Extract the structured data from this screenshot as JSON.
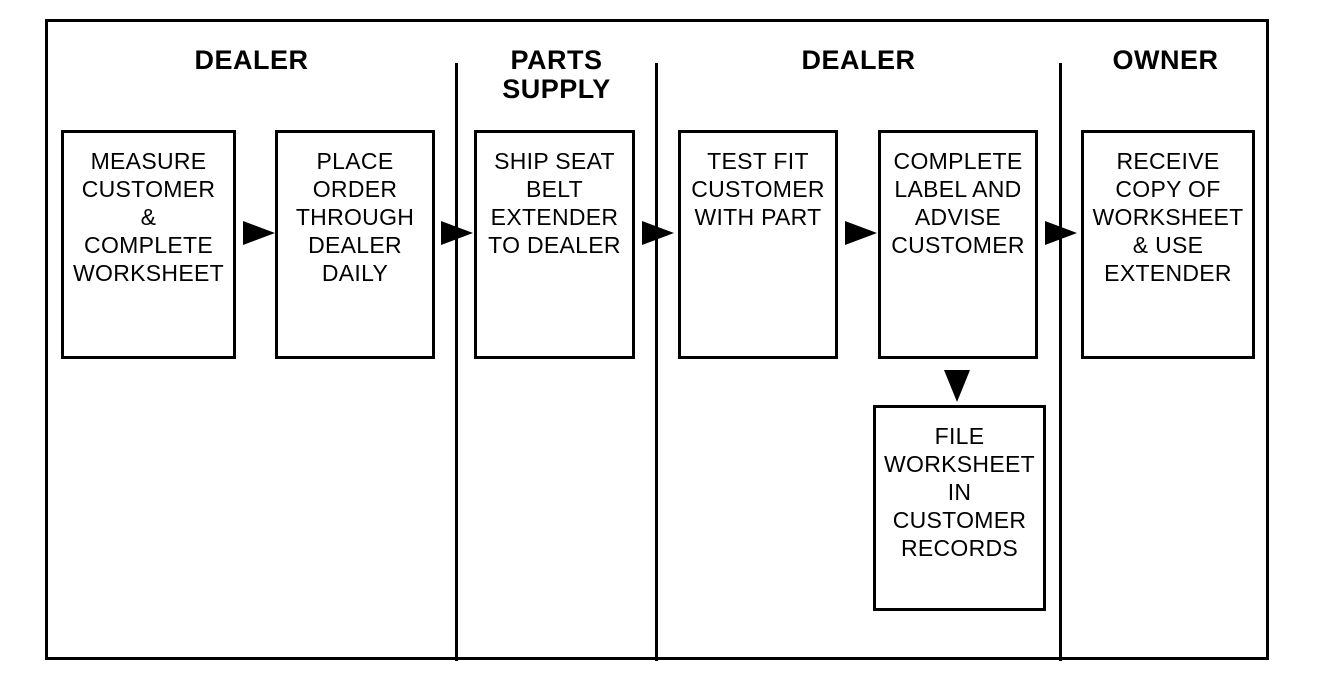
{
  "lanes": {
    "dealer_1": "DEALER",
    "parts_supply_line1": "PARTS",
    "parts_supply_line2": "SUPPLY",
    "dealer_2": "DEALER",
    "owner": "OWNER"
  },
  "steps": {
    "measure": [
      "MEASURE",
      "CUSTOMER",
      "&",
      "COMPLETE",
      "WORKSHEET"
    ],
    "place_order": [
      "PLACE",
      "ORDER",
      "THROUGH",
      "DEALER",
      "DAILY"
    ],
    "ship": [
      "SHIP SEAT",
      "BELT",
      "EXTENDER",
      "TO DEALER"
    ],
    "test_fit": [
      "TEST FIT",
      "CUSTOMER",
      "WITH PART"
    ],
    "complete_label": [
      "COMPLETE",
      "LABEL AND",
      "ADVISE",
      "CUSTOMER"
    ],
    "receive": [
      "RECEIVE",
      "COPY OF",
      "WORKSHEET",
      "& USE",
      "EXTENDER"
    ],
    "file_worksheet": [
      "FILE",
      "WORKSHEET",
      "IN",
      "CUSTOMER",
      "RECORDS"
    ]
  }
}
